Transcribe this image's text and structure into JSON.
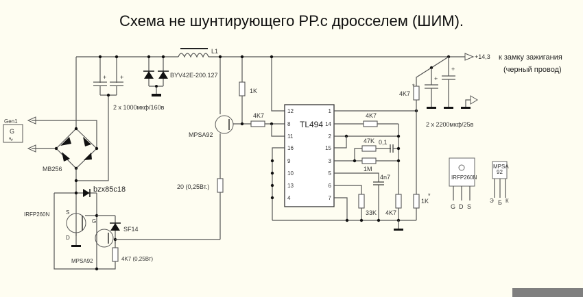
{
  "title": "Схема не шунтирующего РР.с дросселем   (ШИМ).",
  "generator": {
    "ref": "Gen1",
    "symbol": "G",
    "wave": "∿"
  },
  "labels": {
    "bridge": "MB256",
    "inductor": "L1",
    "input_caps": "2 x 1000мкф/160в",
    "diodes": "BYV42E-200.127",
    "r_1k": "1K",
    "r_4k7_base": "4K7",
    "q1": "MPSA92",
    "r_20": "20 (0,25Вт.)",
    "zener": "bzx85c18",
    "mosfet": "IRFP260N",
    "mos_s": "S",
    "mos_g": "G",
    "mos_d": "D",
    "q2": "MPSA92",
    "sf14": "SF14",
    "r_4k7_bottom": "4K7  (0,25Вт)",
    "out_voltage": "+14,3",
    "out_desc1": "к замку зажигания",
    "out_desc2": "(черный провод)",
    "r_4k7_star": "4K7",
    "out_caps": "2 x 2200мкф/25в",
    "r_4k7_fb": "4K7",
    "r_47k": "47K",
    "c_01": "0,1",
    "r_1m": "1M",
    "c_4n7": "4n7",
    "r_33k": "33K",
    "r_4k7_div": "4K7",
    "r_1k_star": "1K",
    "star": "*",
    "plus": "+"
  },
  "ic": {
    "name": "TL494",
    "left_pins": [
      "12",
      "8",
      "11",
      "16",
      "9",
      "10",
      "13",
      "4"
    ],
    "right_pins": [
      "1",
      "14",
      "2",
      "15",
      "3",
      "5",
      "6",
      "7"
    ]
  },
  "packages": {
    "irfp": {
      "name": "IRFP260N",
      "pins": [
        "G",
        "D",
        "S"
      ]
    },
    "mpsa": {
      "name1": "MPSA",
      "name2": "92",
      "pins": [
        "Э",
        "Б",
        "К"
      ]
    }
  }
}
